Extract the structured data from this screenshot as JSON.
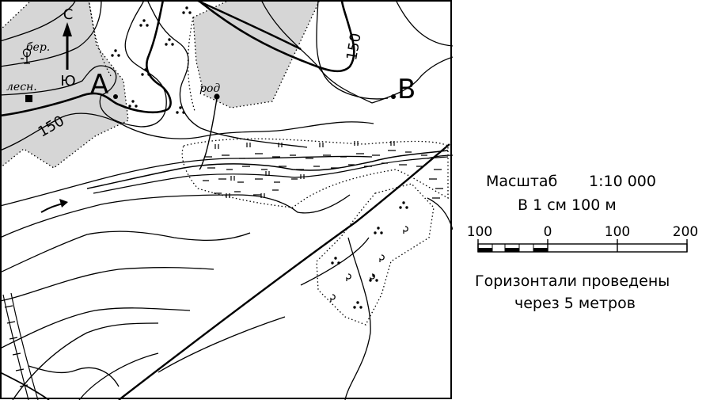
{
  "map": {
    "north_label": "С",
    "south_label": "Ю",
    "point_a": "А",
    "point_b": "В",
    "contour_label": "150",
    "contour_label_2": "150",
    "birch_label": "бер.",
    "forest_label": "лесн.",
    "spring_label": "род"
  },
  "legend": {
    "scale_title": "Масштаб",
    "scale_ratio": "1:10 000",
    "scale_note": "В 1 см 100 м",
    "scale_ticks": [
      "100",
      "0",
      "100",
      "200"
    ],
    "contour_note_line1": "Горизонтали проведены",
    "contour_note_line2": "через 5 метров"
  },
  "colors": {
    "forest_fill": "#d6d6d6",
    "ink": "#000000",
    "background": "#ffffff"
  }
}
